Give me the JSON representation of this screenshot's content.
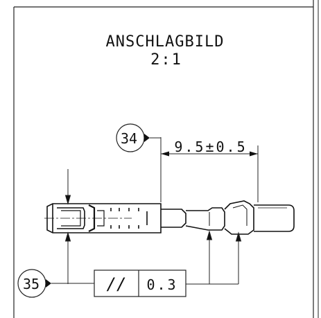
{
  "drawing": {
    "view_title": "ANSCHLAGBILD",
    "scale": "2:1",
    "dimension": {
      "balloon": "34",
      "text": "9.5±0.5"
    },
    "tolerance_frame": {
      "balloon": "35",
      "symbol": "//",
      "value": "0.3"
    }
  }
}
